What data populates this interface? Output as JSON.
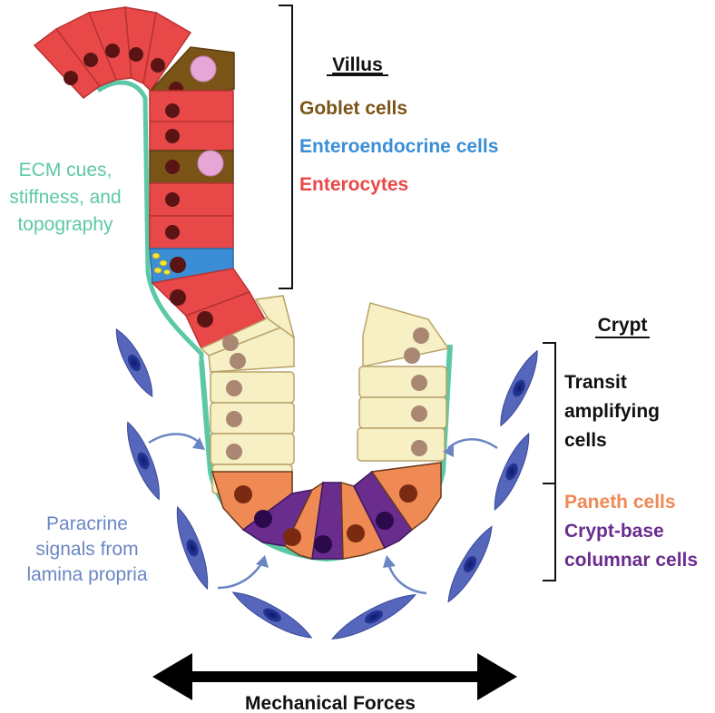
{
  "villus": {
    "heading": "Villus",
    "goblet": "Goblet cells",
    "enteroendocrine": "Enteroendocrine cells",
    "enterocytes": "Enterocytes"
  },
  "crypt": {
    "heading": "Crypt",
    "transit_line1": "Transit",
    "transit_line2": "amplifying",
    "transit_line3": "cells",
    "paneth": "Paneth cells",
    "cbc_line1": "Crypt-base",
    "cbc_line2": "columnar cells"
  },
  "ecm": {
    "line1": "ECM cues,",
    "line2": "stiffness, and",
    "line3": "topography"
  },
  "paracrine": {
    "line1": "Paracrine",
    "line2": "signals from",
    "line3": "lamina propria"
  },
  "forces": "Mechanical Forces",
  "colors": {
    "enterocyte": "#e84848",
    "goblet": "#7a5417",
    "enteroendocrine": "#3b8ed6",
    "transit": "#f6f0c4",
    "paneth": "#f08a55",
    "cbc": "#6a2d8e",
    "ecm": "#5cc8a6",
    "fibroblast": "#5566bb"
  }
}
